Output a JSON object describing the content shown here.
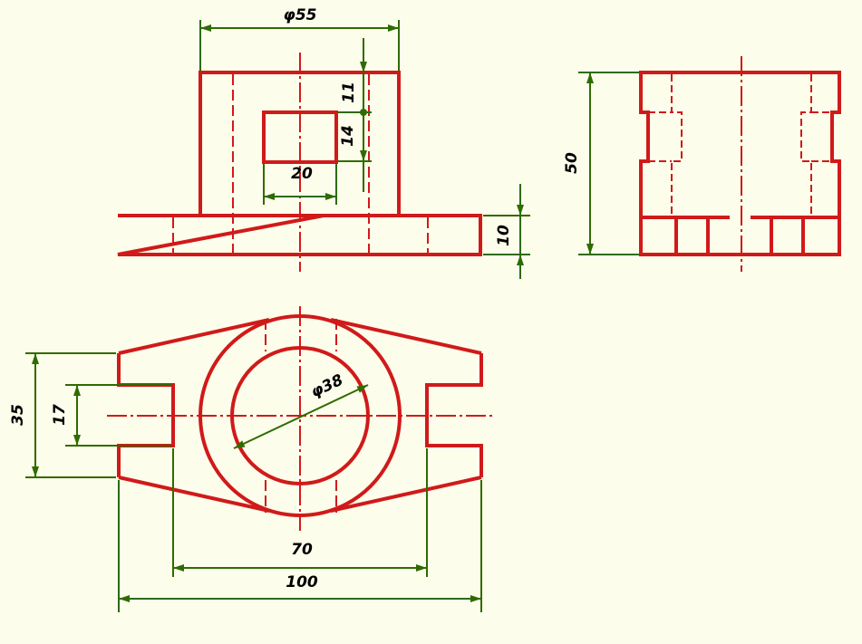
{
  "colors": {
    "background": "#fdfdeb",
    "part": "#d01a1a",
    "dimension": "#2f6b00"
  },
  "front_view": {
    "dim_width": "φ55",
    "dim_hole_top": "11",
    "dim_hole_height": "14",
    "dim_hole_width": "20",
    "dim_base_height": "10"
  },
  "side_view": {
    "dim_height": "50"
  },
  "top_view": {
    "dim_hole_diameter": "φ38",
    "dim_width": "35",
    "dim_slot_width": "17",
    "dim_slot_spacing": "70",
    "dim_length": "100"
  }
}
